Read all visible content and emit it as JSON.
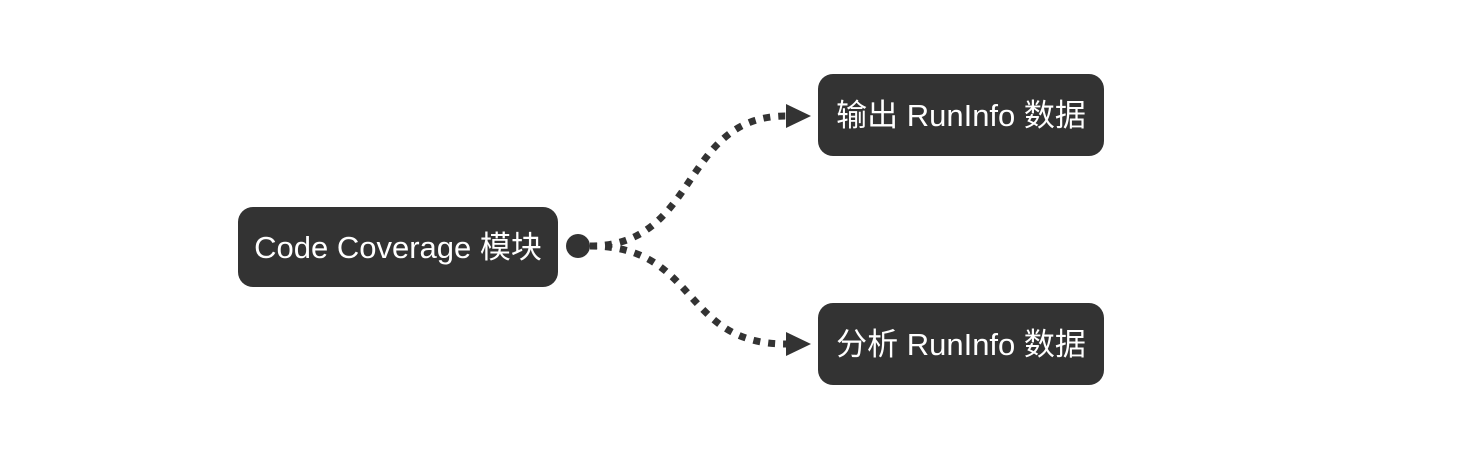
{
  "diagram": {
    "background_color": "#ffffff",
    "node_fill_color": "#333333",
    "node_text_color": "#ffffff",
    "connector_color": "#333333",
    "nodes": [
      {
        "id": "code-coverage-module",
        "label": "Code Coverage 模块"
      },
      {
        "id": "output-runinfo",
        "label": "输出 RunInfo 数据"
      },
      {
        "id": "analyze-runinfo",
        "label": "分析 RunInfo 数据"
      }
    ],
    "edges": [
      {
        "from": "code-coverage-module",
        "to": "output-runinfo",
        "style": "dotted-arrow"
      },
      {
        "from": "code-coverage-module",
        "to": "analyze-runinfo",
        "style": "dotted-arrow"
      }
    ]
  }
}
